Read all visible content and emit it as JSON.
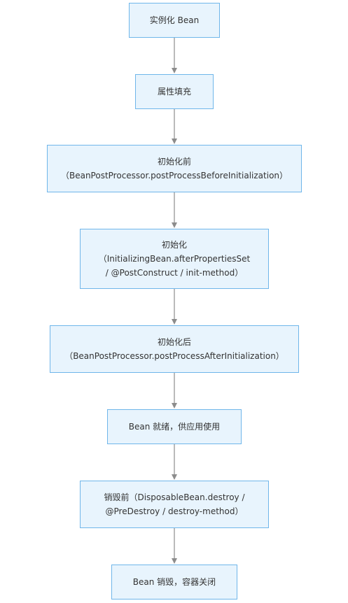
{
  "diagram": {
    "nodes": [
      {
        "id": "instantiate",
        "lines": [
          "实例化 Bean"
        ]
      },
      {
        "id": "populate",
        "lines": [
          "属性填充"
        ]
      },
      {
        "id": "before-init",
        "lines": [
          "初始化前",
          "（BeanPostProcessor.postProcessBeforeInitialization）"
        ]
      },
      {
        "id": "init",
        "lines": [
          "初始化",
          "（InitializingBean.afterPropertiesSet",
          "/ @PostConstruct / init-method）"
        ]
      },
      {
        "id": "after-init",
        "lines": [
          "初始化后",
          "（BeanPostProcessor.postProcessAfterInitialization）"
        ]
      },
      {
        "id": "ready",
        "lines": [
          "Bean 就绪，供应用使用"
        ]
      },
      {
        "id": "before-destroy",
        "lines": [
          "销毁前（DisposableBean.destroy /",
          "@PreDestroy / destroy-method）"
        ]
      },
      {
        "id": "destroyed",
        "lines": [
          "Bean 销毁，容器关闭"
        ]
      }
    ],
    "edges": [
      {
        "from": "instantiate",
        "to": "populate"
      },
      {
        "from": "populate",
        "to": "before-init"
      },
      {
        "from": "before-init",
        "to": "init"
      },
      {
        "from": "init",
        "to": "after-init"
      },
      {
        "from": "after-init",
        "to": "ready"
      },
      {
        "from": "ready",
        "to": "before-destroy"
      },
      {
        "from": "before-destroy",
        "to": "destroyed"
      }
    ]
  }
}
